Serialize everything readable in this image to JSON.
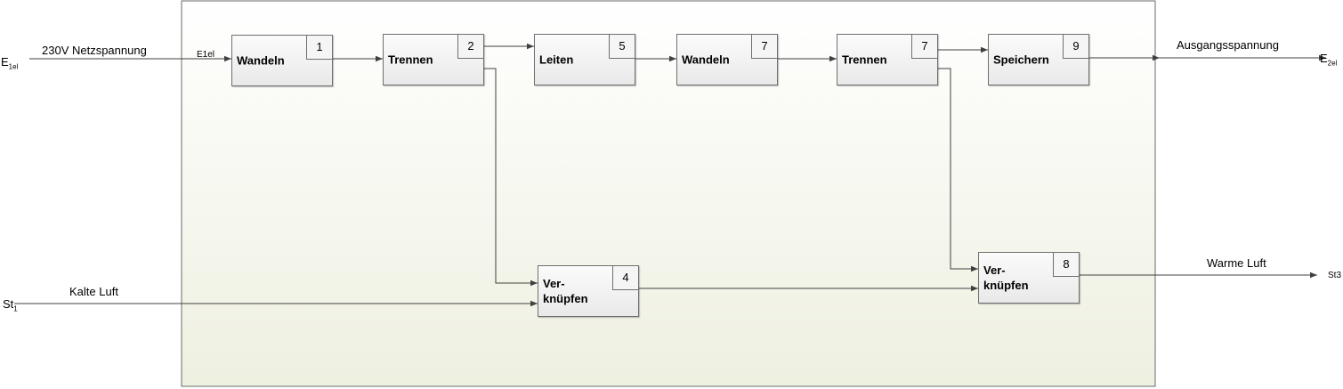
{
  "inputs": {
    "energy": {
      "symbol": "E",
      "sub": "1el",
      "label": "230V Netzspannung",
      "inner_label": "E1el"
    },
    "material": {
      "symbol": "St",
      "sub": "1",
      "label": "Kalte Luft"
    }
  },
  "outputs": {
    "energy": {
      "symbol": "E",
      "sub": "2el",
      "label": "Ausgangsspannung"
    },
    "material": {
      "symbol": "St3",
      "label": "Warme Luft"
    }
  },
  "functions": [
    {
      "id": "b1",
      "label": "Wandeln",
      "num": "1"
    },
    {
      "id": "b2",
      "label": "Trennen",
      "num": "2"
    },
    {
      "id": "b5",
      "label": "Leiten",
      "num": "5"
    },
    {
      "id": "b7a",
      "label": "Wandeln",
      "num": "7"
    },
    {
      "id": "b7b",
      "label": "Trennen",
      "num": "7"
    },
    {
      "id": "b9",
      "label": "Speichern",
      "num": "9"
    },
    {
      "id": "b4",
      "label": "Ver-\nknüpfen",
      "num": "4"
    },
    {
      "id": "b8",
      "label": "Ver-\nknüpfen",
      "num": "8"
    }
  ],
  "colors": {
    "frame_border": "#6a6a6a",
    "frame_top": "#ffffff",
    "frame_bottom": "#eef0e0",
    "line": "#404040"
  }
}
